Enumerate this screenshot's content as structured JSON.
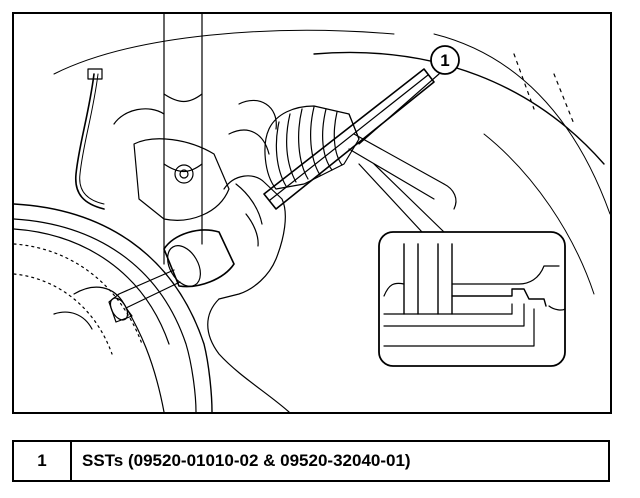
{
  "diagram": {
    "callout_number": "1"
  },
  "legend": {
    "rows": [
      {
        "number": "1",
        "description": "SSTs (09520-01010-02 & 09520-32040-01)"
      }
    ]
  }
}
